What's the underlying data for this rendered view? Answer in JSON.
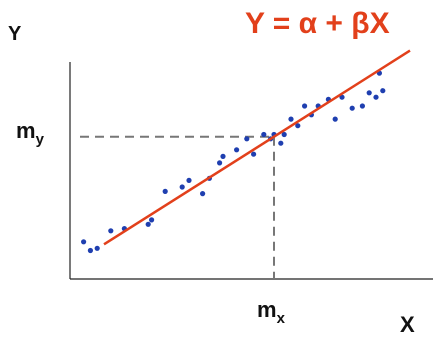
{
  "chart_data": {
    "type": "scatter",
    "title": "Y = α + βX",
    "xlabel": "X",
    "ylabel": "Y",
    "xlim": [
      0,
      10
    ],
    "ylim": [
      0,
      10
    ],
    "grid": false,
    "colors": {
      "points": "#1f3fb0",
      "line": "#e2401b",
      "axes": "#222222",
      "guides": "#777777"
    },
    "mean_labels": {
      "mx_base": "m",
      "mx_sub": "x",
      "my_base": "m",
      "my_sub": "y"
    },
    "means": {
      "x": 6.0,
      "y": 6.5
    },
    "regression": {
      "intercept": 0.6,
      "slope": 0.983
    },
    "points": [
      {
        "x": 0.4,
        "y": 1.7
      },
      {
        "x": 0.6,
        "y": 1.3
      },
      {
        "x": 0.8,
        "y": 1.4
      },
      {
        "x": 1.2,
        "y": 2.2
      },
      {
        "x": 1.6,
        "y": 2.3
      },
      {
        "x": 2.3,
        "y": 2.5
      },
      {
        "x": 2.4,
        "y": 2.7
      },
      {
        "x": 2.8,
        "y": 4.0
      },
      {
        "x": 3.3,
        "y": 4.2
      },
      {
        "x": 3.5,
        "y": 4.5
      },
      {
        "x": 3.9,
        "y": 3.9
      },
      {
        "x": 4.1,
        "y": 4.6
      },
      {
        "x": 4.4,
        "y": 5.3
      },
      {
        "x": 4.5,
        "y": 5.6
      },
      {
        "x": 4.9,
        "y": 5.9
      },
      {
        "x": 5.2,
        "y": 6.4
      },
      {
        "x": 5.4,
        "y": 5.7
      },
      {
        "x": 5.7,
        "y": 6.6
      },
      {
        "x": 5.9,
        "y": 6.4
      },
      {
        "x": 6.0,
        "y": 6.6
      },
      {
        "x": 6.2,
        "y": 6.2
      },
      {
        "x": 6.3,
        "y": 6.6
      },
      {
        "x": 6.5,
        "y": 7.3
      },
      {
        "x": 6.7,
        "y": 7.0
      },
      {
        "x": 6.9,
        "y": 7.9
      },
      {
        "x": 7.1,
        "y": 7.5
      },
      {
        "x": 7.3,
        "y": 7.9
      },
      {
        "x": 7.6,
        "y": 8.2
      },
      {
        "x": 7.8,
        "y": 7.3
      },
      {
        "x": 8.0,
        "y": 8.3
      },
      {
        "x": 8.3,
        "y": 7.8
      },
      {
        "x": 8.6,
        "y": 7.9
      },
      {
        "x": 8.8,
        "y": 8.5
      },
      {
        "x": 9.0,
        "y": 8.3
      },
      {
        "x": 9.1,
        "y": 9.4
      },
      {
        "x": 9.2,
        "y": 8.6
      }
    ]
  }
}
